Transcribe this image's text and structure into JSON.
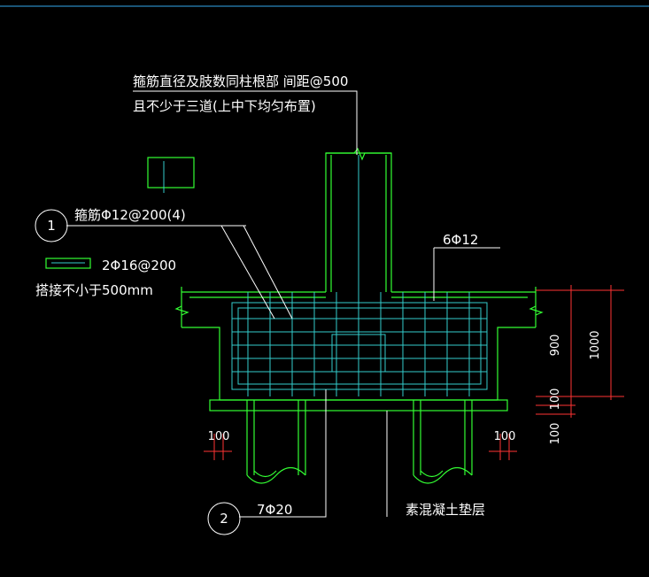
{
  "notes": {
    "stirrup_note_line1": "箍筋直径及肢数同柱根部  间距@500",
    "stirrup_note_line2": "且不少于三道(上中下均匀布置)",
    "stirrup_spec": "箍筋Φ12@200(4)",
    "top_bars": "6Φ12",
    "tie_bars": "2Φ16@200",
    "lap_note": "搭接不小于500mm",
    "main_bars": "7Φ20",
    "blinding": "素混凝土垫层"
  },
  "callouts": {
    "one": "1",
    "two": "2"
  },
  "dimensions": {
    "d900": "900",
    "d1000": "1000",
    "d100_right_a": "100",
    "d100_right_b": "100",
    "d100_left": "100",
    "d100_right_pile": "100"
  },
  "colors": {
    "background": "#000000",
    "concrete": "#33ff33",
    "rebar": "#33cccc",
    "annotation": "#ffffff",
    "dimension": "#ff3333",
    "frame_top": "#33aaee"
  }
}
